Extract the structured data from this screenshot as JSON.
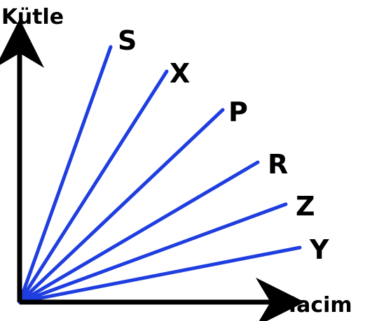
{
  "chart_data": {
    "type": "line",
    "title": "",
    "xlabel": "Hacim",
    "ylabel": "Kütle",
    "grid": false,
    "legend": "none",
    "axis_ticks": "none",
    "line_color": "#1f3ee0",
    "axis_color": "#000000",
    "series": [
      {
        "name": "S",
        "x": [
          0,
          130
        ],
        "y": [
          0,
          365
        ]
      },
      {
        "name": "X",
        "x": [
          0,
          210
        ],
        "y": [
          0,
          330
        ]
      },
      {
        "name": "P",
        "x": [
          0,
          290
        ],
        "y": [
          0,
          275
        ]
      },
      {
        "name": "R",
        "x": [
          0,
          340
        ],
        "y": [
          0,
          200
        ]
      },
      {
        "name": "Z",
        "x": [
          0,
          380
        ],
        "y": [
          0,
          140
        ]
      },
      {
        "name": "Y",
        "x": [
          0,
          400
        ],
        "y": [
          0,
          78
        ]
      }
    ]
  }
}
